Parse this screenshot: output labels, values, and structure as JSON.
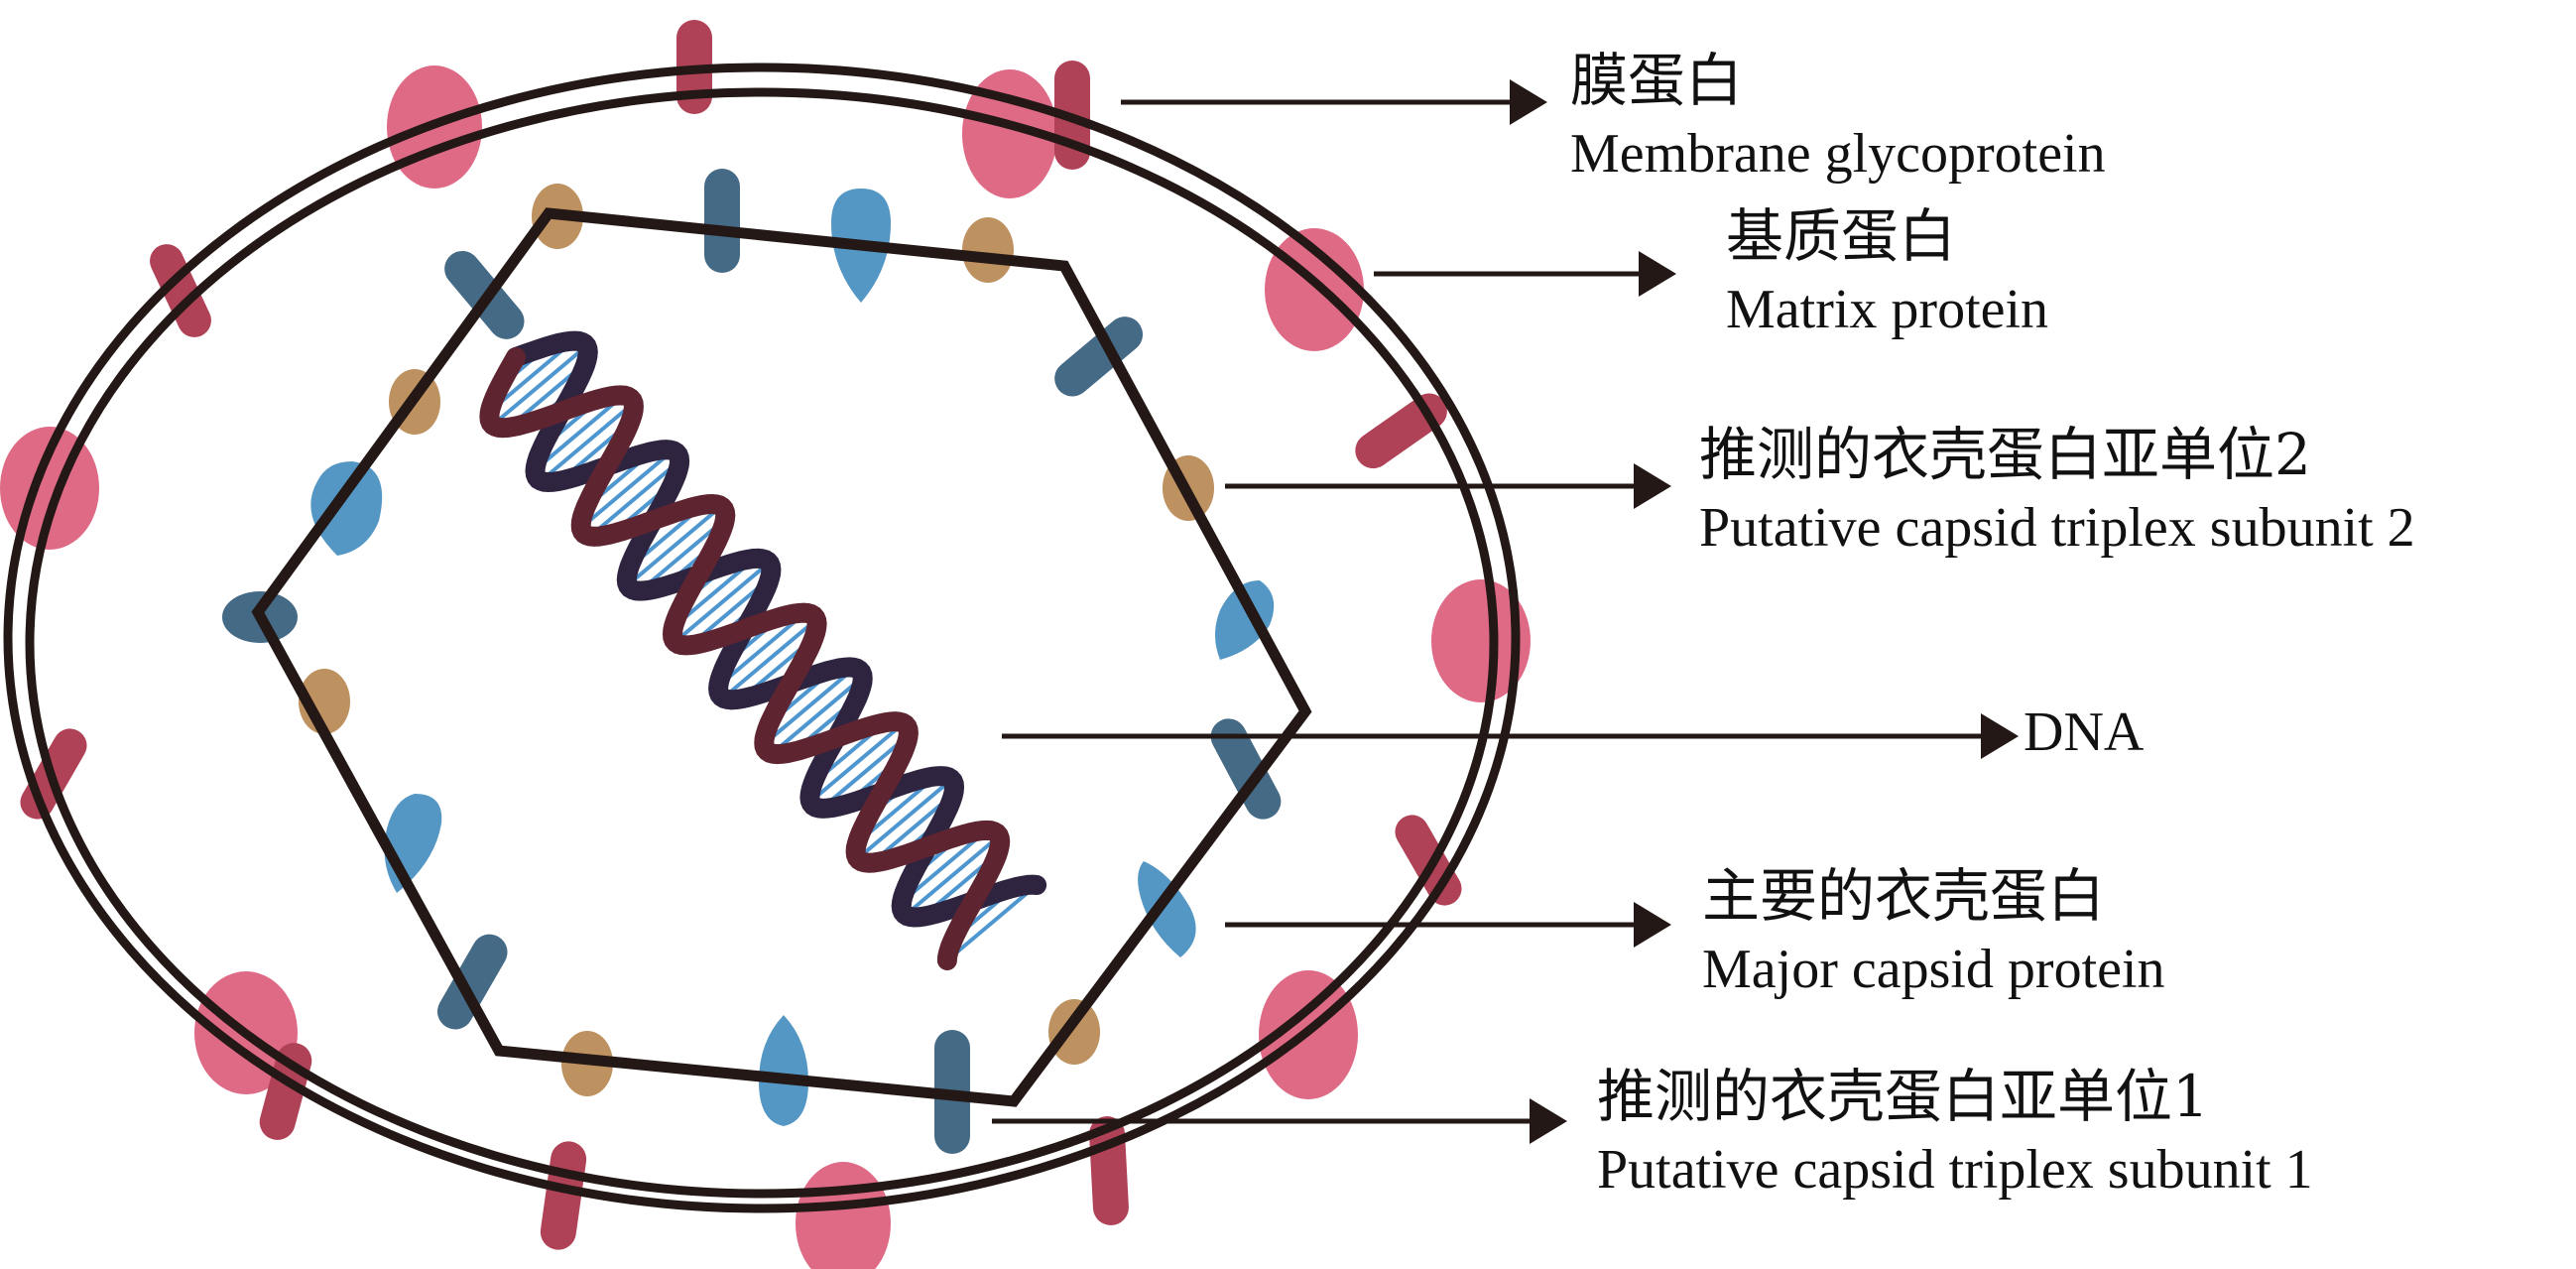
{
  "title": "Virus particle structure diagram",
  "colors": {
    "outline": "#231815",
    "membrane_glycoprotein_large": "#df6a86",
    "membrane_glycoprotein_bar": "#b04257",
    "capsid_blue_light": "#5497c4",
    "capsid_blue_dark": "#456a86",
    "capsid_tan": "#be9160",
    "dna_strand_red": "#5e2430",
    "dna_strand_dark": "#2f2440",
    "dna_base": "#4e96cf"
  },
  "labels": [
    {
      "id": "membrane-glycoprotein",
      "zh": "膜蛋白",
      "en": "Membrane glycoprotein"
    },
    {
      "id": "matrix-protein",
      "zh": "基质蛋白",
      "en": "Matrix protein"
    },
    {
      "id": "capsid-triplex-2",
      "zh": "推测的衣壳蛋白亚单位2",
      "en": "Putative capsid triplex subunit 2"
    },
    {
      "id": "dna",
      "zh": "",
      "en": "DNA"
    },
    {
      "id": "major-capsid-protein",
      "zh": "主要的衣壳蛋白",
      "en": "Major capsid protein"
    },
    {
      "id": "capsid-triplex-1",
      "zh": "推测的衣壳蛋白亚单位1",
      "en": "Putative capsid triplex subunit 1"
    }
  ]
}
